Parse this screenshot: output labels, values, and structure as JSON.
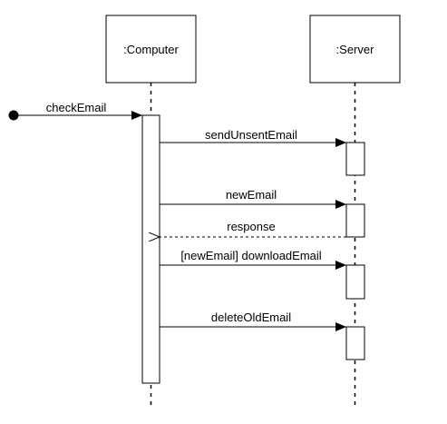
{
  "diagram": {
    "type": "sequence",
    "participants": [
      {
        "id": "computer",
        "name": ":Computer"
      },
      {
        "id": "server",
        "name": ":Server"
      }
    ],
    "messages": [
      {
        "id": "check-email",
        "label": "checkEmail",
        "from": "found",
        "to": "computer",
        "kind": "sync"
      },
      {
        "id": "send-unsent-email",
        "label": "sendUnsentEmail",
        "from": "computer",
        "to": "server",
        "kind": "sync"
      },
      {
        "id": "new-email",
        "label": "newEmail",
        "from": "computer",
        "to": "server",
        "kind": "sync"
      },
      {
        "id": "response",
        "label": "response",
        "from": "server",
        "to": "computer",
        "kind": "reply"
      },
      {
        "id": "download-email",
        "label": "[newEmail] downloadEmail",
        "from": "computer",
        "to": "server",
        "kind": "sync"
      },
      {
        "id": "delete-old-email",
        "label": "deleteOldEmail",
        "from": "computer",
        "to": "server",
        "kind": "sync"
      }
    ],
    "colors": {
      "line": "#000000",
      "background": "#ffffff"
    }
  }
}
